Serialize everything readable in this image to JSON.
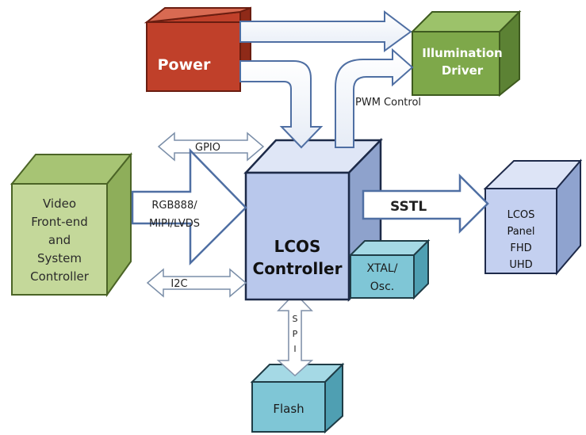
{
  "blocks": {
    "power": {
      "label": "Power"
    },
    "illumination": {
      "line1": "Illumination",
      "line2": "Driver"
    },
    "video": {
      "line1": "Video",
      "line2": "Front-end",
      "line3": "and",
      "line4": "System",
      "line5": "Controller"
    },
    "lcos_controller": {
      "line1": "LCOS",
      "line2": "Controller"
    },
    "xtal": {
      "line1": "XTAL/",
      "line2": "Osc."
    },
    "lcos_panel": {
      "line1": "LCOS",
      "line2": "Panel",
      "line3": "FHD",
      "line4": "UHD"
    },
    "flash": {
      "label": "Flash"
    }
  },
  "connections": {
    "pwm": "PWM Control",
    "gpio": "GPIO",
    "rgb_line1": "RGB888/",
    "rgb_line2": "MIPI/LVDS",
    "i2c": "I2C",
    "sstl": "SSTL",
    "spi_s": "S",
    "spi_p": "P",
    "spi_i": "I"
  },
  "colors": {
    "power": "#c0402a",
    "illumination": "#7ea84a",
    "video": "#c4d89a",
    "lcos_controller": "#b9c8ec",
    "xtal": "#7fc6d6",
    "lcos_panel": "#c4d0f0",
    "flash": "#7fc6d6",
    "arrow_fill": "#ffffff",
    "arrow_stroke": "#4f6fa3"
  }
}
